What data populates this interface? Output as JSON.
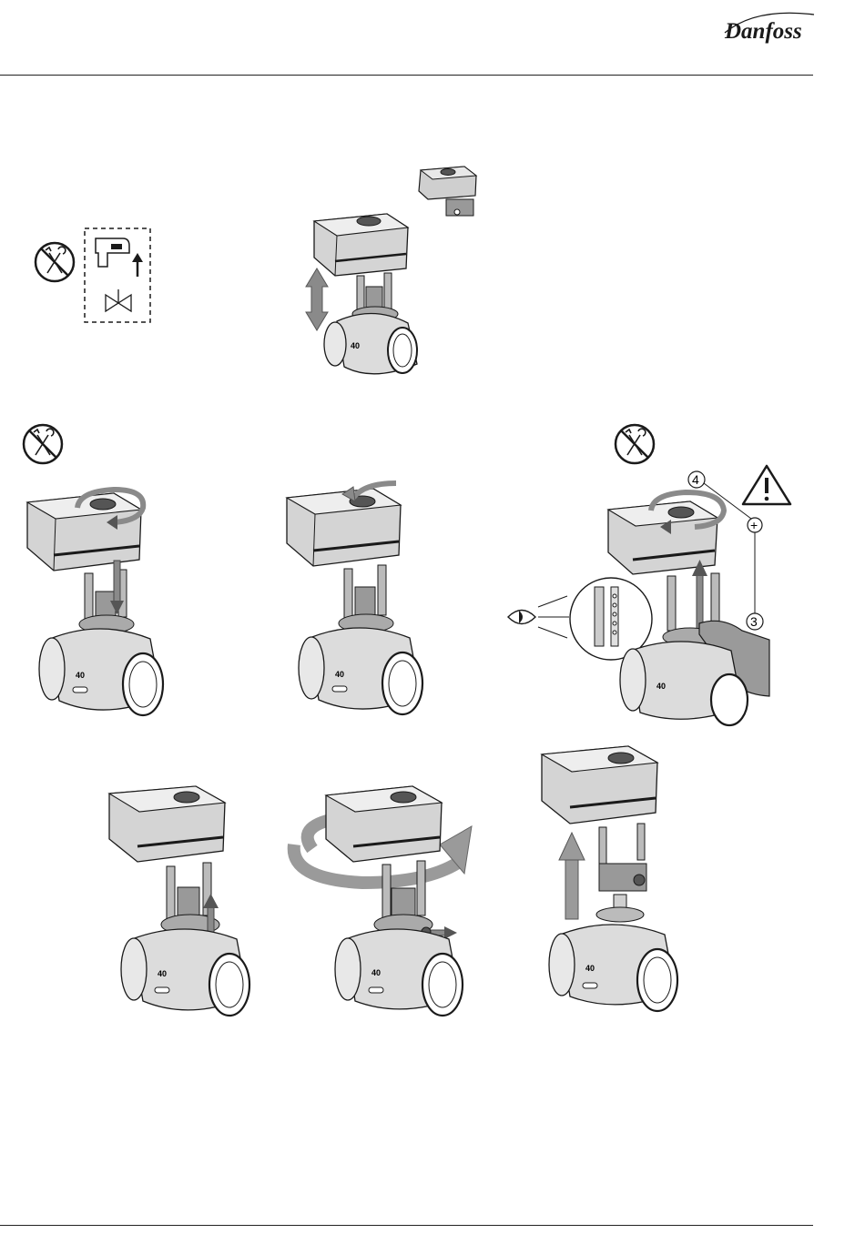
{
  "header": {
    "brand": "Danfoss"
  },
  "colors": {
    "ink": "#1a1a1a",
    "arrow_gray": "#8a8a8a",
    "arrow_dark": "#555555",
    "body_gray": "#dcdcdc",
    "actuator_gray": "#c9c9c9",
    "rule": "#222222"
  },
  "icons": {
    "no_tools": "no-tools-icon",
    "warning": "warning-triangle-icon",
    "eye": "eye-icon"
  },
  "figures": {
    "overview": {
      "valve_marking": "40"
    },
    "step1": {
      "valve_marking": "40"
    },
    "step2": {
      "valve_marking": "40"
    },
    "step3": {
      "valve_marking": "40",
      "label_four": "4",
      "label_three": "3",
      "plus": "+"
    },
    "step4": {
      "valve_marking": "40"
    },
    "step5": {
      "valve_marking": "40"
    },
    "step6": {
      "valve_marking": "40"
    }
  }
}
